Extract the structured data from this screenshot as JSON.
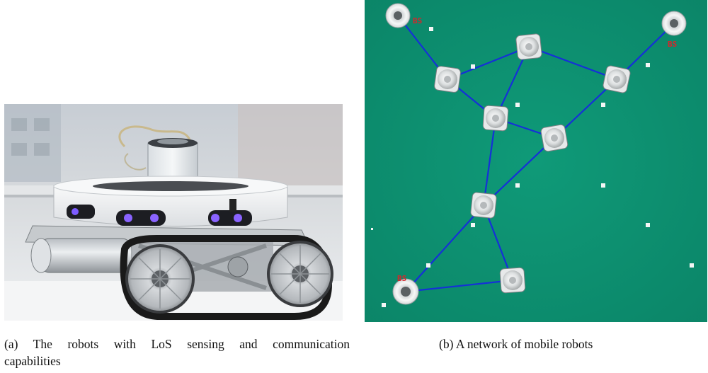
{
  "figure": {
    "panel_a": {
      "caption_line1": "(a) The robots with LoS sensing and communication",
      "caption_line2": "capabilities"
    },
    "panel_b": {
      "caption": "(b)  A network of mobile robots",
      "base_station_label": "BS"
    }
  }
}
